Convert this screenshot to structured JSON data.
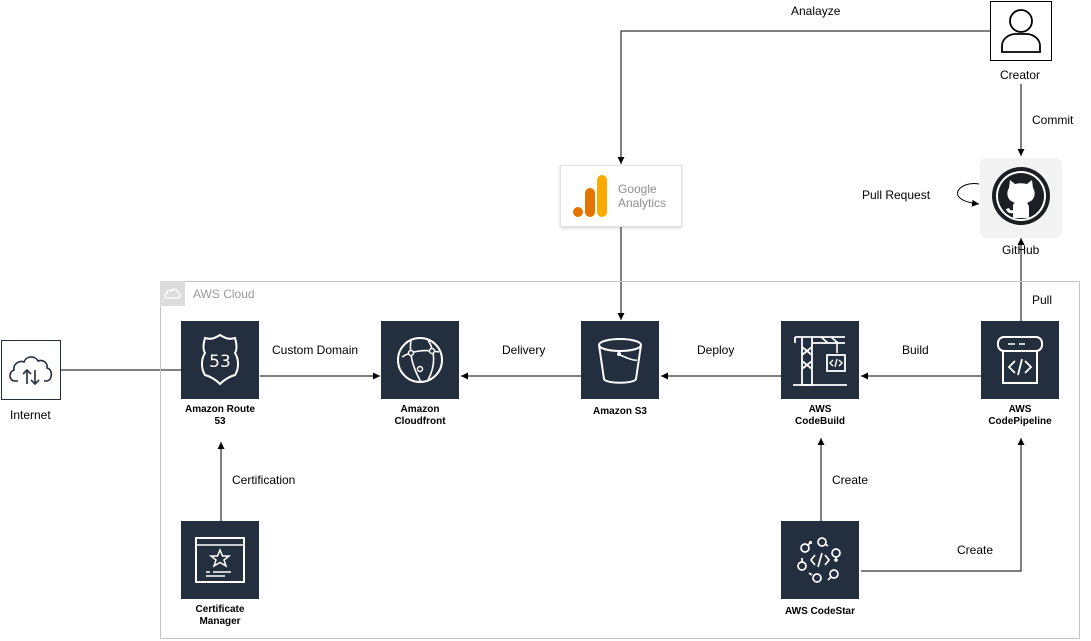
{
  "aws_cloud": {
    "title": "AWS Cloud"
  },
  "nodes": {
    "internet": "Internet",
    "creator": "Creator",
    "github": "GitHub",
    "google_analytics": {
      "line1": "Google",
      "line2": "Analytics"
    },
    "route53": {
      "line1": "Amazon Route",
      "line2": "53"
    },
    "cloudfront": {
      "line1": "Amazon",
      "line2": "Cloudfront"
    },
    "s3": "Amazon S3",
    "codebuild": {
      "line1": "AWS",
      "line2": "CodeBuild"
    },
    "codepipeline": {
      "line1": "AWS",
      "line2": "CodePipeline"
    },
    "certificate_manager": {
      "line1": "Certificate",
      "line2": "Manager"
    },
    "codestar": "AWS CodeStar"
  },
  "edges": {
    "analyze": "Analayze",
    "commit": "Commit",
    "pull_request": "Pull Request",
    "pull": "Pull",
    "build": "Build",
    "deploy": "Deploy",
    "delivery": "Delivery",
    "custom_domain": "Custom Domain",
    "certification": "Certification",
    "create_codebuild": "Create",
    "create_codepipeline": "Create"
  },
  "icons": {
    "route53": "route53-shield-icon",
    "cloudfront": "cloudfront-globe-icon",
    "s3": "s3-bucket-icon",
    "codebuild": "codebuild-crane-icon",
    "codepipeline": "codepipeline-icon",
    "certificate_manager": "certificate-icon",
    "codestar": "codestar-icon",
    "github": "github-octocat-icon",
    "creator": "user-icon",
    "internet": "internet-cloud-icon",
    "google_analytics": "google-analytics-logo"
  },
  "colors": {
    "aws_tile": "#232f3e",
    "cloud_border": "#c4c4c4",
    "ga_orange": "#f9ab00",
    "ga_dark_orange": "#e37400"
  }
}
